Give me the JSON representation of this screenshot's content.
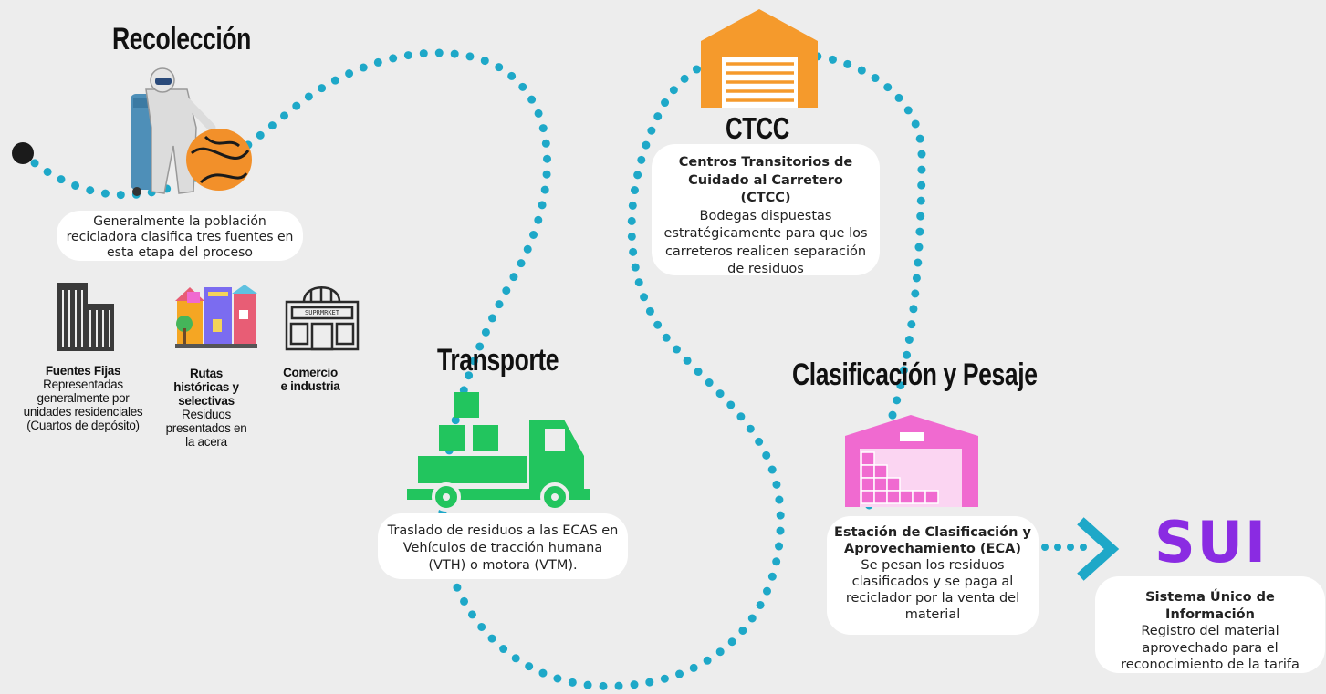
{
  "stages": {
    "recoleccion": {
      "title": "Recolección",
      "bubble": "Generalmente la población recicladora clasifica tres fuentes en esta etapa del proceso",
      "sources": [
        {
          "title": "Fuentes Fijas",
          "text": "Representadas generalmente por unidades residenciales (Cuartos de depósito)"
        },
        {
          "title": "Rutas históricas y selectivas",
          "text": "Residuos presentados en la acera"
        },
        {
          "title": "Comercio e industria",
          "text": ""
        }
      ],
      "store_sign": "SUPRMRKET"
    },
    "transporte": {
      "title": "Transporte",
      "bubble": "Traslado de residuos a las ECAS en Vehículos de tracción humana (VTH) o motora (VTM)."
    },
    "ctcc": {
      "title": "CTCC",
      "bubble_title": "Centros Transitorios de Cuidado al Carretero (CTCC)",
      "bubble_text": "Bodegas dispuestas estratégicamente para que los carreteros realicen separación de residuos"
    },
    "clasificacion": {
      "title": "Clasificación y Pesaje",
      "bubble_title": "Estación de Clasificación y Aprovechamiento (ECA)",
      "bubble_text": "Se pesan los residuos clasificados y se paga al reciclador por la venta del material"
    },
    "sui": {
      "logo": "SUI",
      "bubble_title": "Sistema Único de Información",
      "bubble_text": "Registro del material aprovechado para el reconocimiento de la tarifa"
    }
  },
  "colors": {
    "background": "#ededed",
    "path_dots": "#1ea8c8",
    "arrow": "#1ea8c8",
    "truck": "#22c55e",
    "ctcc_building": "#f59a2c",
    "eca_building": "#f06ad0",
    "sui_logo": "#8a2be2"
  },
  "icons": [
    "start-dot-icon",
    "recycler-worker-icon",
    "office-building-icon",
    "colorful-houses-icon",
    "supermarket-icon",
    "truck-icon",
    "warehouse-icon",
    "eca-warehouse-icon",
    "arrow-right-icon"
  ]
}
